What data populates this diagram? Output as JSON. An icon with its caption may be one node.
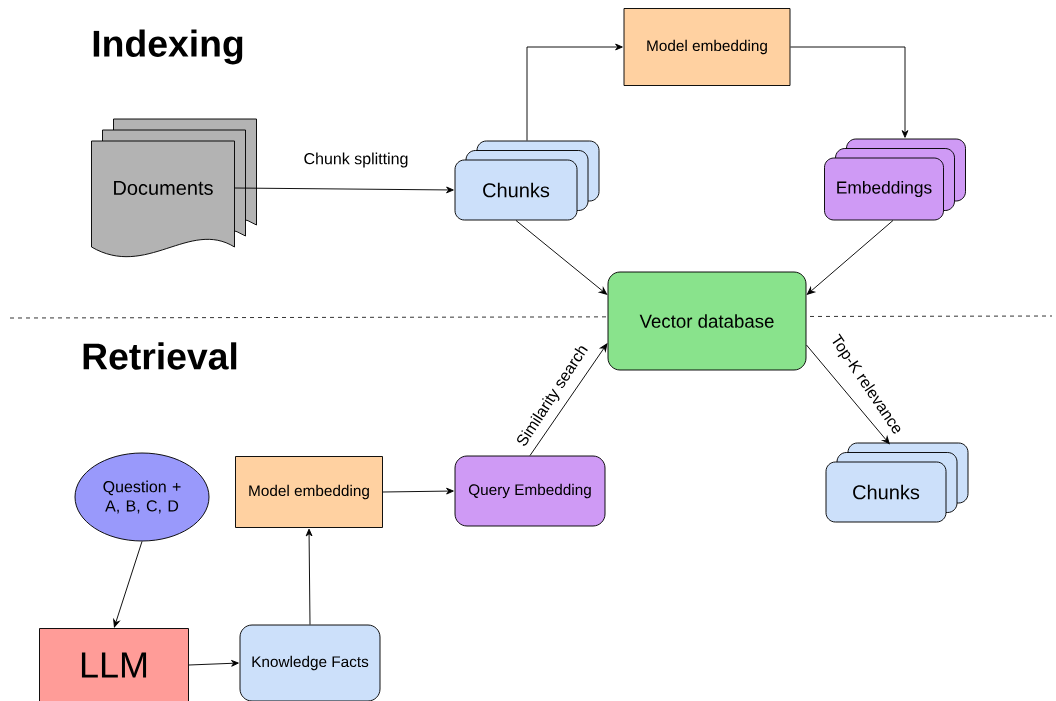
{
  "diagram": {
    "nodes": [
      {
        "text": [
          "Documents"
        ]
      },
      {
        "text": [
          "Chunks"
        ]
      },
      {
        "text": [
          "Model embedding"
        ]
      },
      {
        "text": [
          "Embeddings"
        ]
      },
      {
        "text": [
          "Vector database"
        ]
      },
      {
        "text": [
          "Chunks"
        ]
      },
      {
        "text": [
          "Question + A, B, C, D"
        ]
      },
      {
        "text": [
          "Model embedding"
        ]
      },
      {
        "text": [
          "Query Embedding"
        ]
      },
      {
        "text": [
          "LLM"
        ]
      },
      {
        "text": [
          "Knowledge Facts"
        ]
      }
    ],
    "edges": [
      {
        "from": 0,
        "to": 1,
        "arrow": "to",
        "label": "Chunk splitting"
      },
      {
        "from": 1,
        "to": 2,
        "arrow": "to"
      },
      {
        "from": 2,
        "to": 3,
        "arrow": "to"
      },
      {
        "from": 1,
        "to": 4,
        "arrow": "to"
      },
      {
        "from": 3,
        "to": 4,
        "arrow": "to"
      },
      {
        "from": 8,
        "to": 4,
        "arrow": "to",
        "label": "Similarity search"
      },
      {
        "from": 4,
        "to": 5,
        "arrow": "to",
        "label": "Top-K relevance"
      },
      {
        "from": 6,
        "to": 9,
        "arrow": "to"
      },
      {
        "from": 9,
        "to": 10,
        "arrow": "to"
      },
      {
        "from": 10,
        "to": 7,
        "arrow": "to"
      },
      {
        "from": 7,
        "to": 8,
        "arrow": "to"
      }
    ],
    "labels": [
      "Indexing",
      "Retrieval"
    ]
  }
}
